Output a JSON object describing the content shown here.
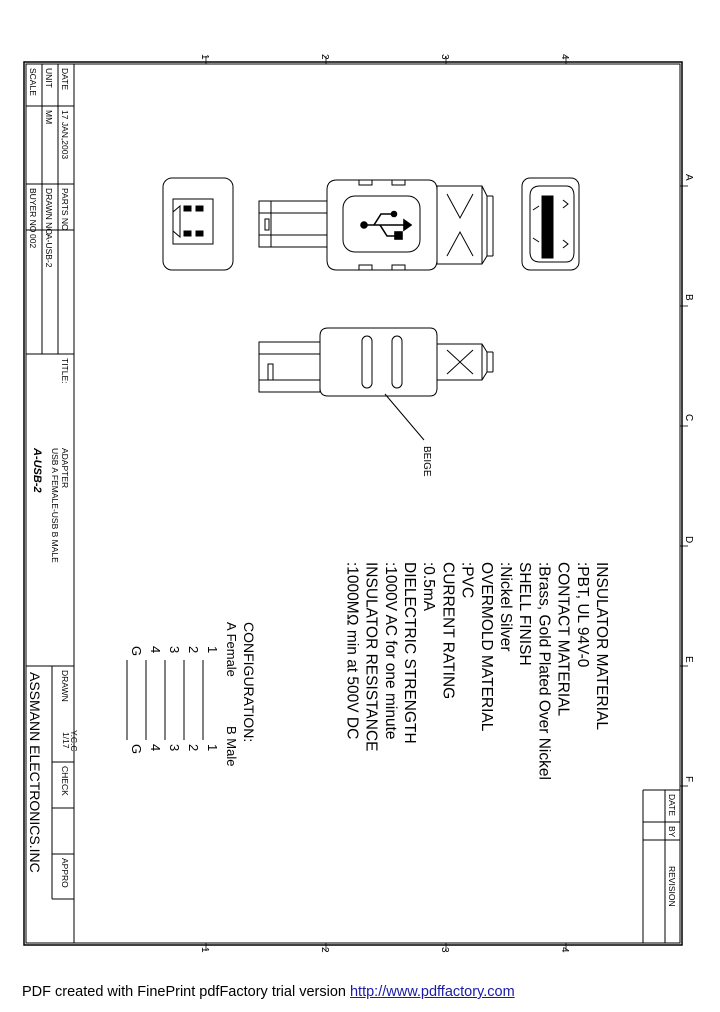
{
  "grid": {
    "columns": [
      "1",
      "2",
      "3",
      "4"
    ],
    "rows": [
      "A",
      "B",
      "C",
      "D",
      "E",
      "F"
    ]
  },
  "title_block": {
    "date_label": "DATE",
    "date_value": "17 JAN,2003",
    "unit_label": "UNIT",
    "unit_value": "MM",
    "scale_label": "SCALE",
    "parts_no_label": "PARTS NO",
    "drawn_no_label": "DRAWN NO",
    "drawn_no_value": "A-USB-2",
    "buyer_no_label": "BUYER NO",
    "buyer_no_value": "002",
    "title_label": "TITLE:",
    "title_line1": "ADAPTER",
    "title_line2": "USB A FEMALE-USB B MALE",
    "title_part": "A-USB-2",
    "company": "ASSMANN ELECTRONICS.INC",
    "drawn_label": "DRAWN",
    "drawn_by": "Y.C.C",
    "drawn_date": "1/17",
    "check_label": "CHECK",
    "appro_label": "APPRO"
  },
  "revision_block": {
    "date_label": "DATE",
    "by_label": "BY",
    "revision_label": "REVISION"
  },
  "callout": "BEIGE",
  "specs": [
    "INSULATOR MATERIAL",
    ":PBT, UL 94V-0",
    "CONTACT MATERIAL",
    ":Brass, Gold Plated Over Nickel",
    "SHELL FINISH",
    ":Nickel Silver",
    "OVERMOLD MATERIAL",
    ":PVC",
    "CURRENT RATING",
    ":0.5mA",
    "DIELECTRIC STRENGTH",
    ":1000V AC for one minute",
    "INSULATOR RESISTANCE",
    ":1000MΩ min at 500V DC"
  ],
  "configuration": {
    "title": "CONFIGURATION:",
    "col_a": "A Female",
    "col_b": "B Male",
    "pins_a": [
      "1",
      "2",
      "3",
      "4",
      "G"
    ],
    "pins_b": [
      "1",
      "2",
      "3",
      "4",
      "G"
    ]
  },
  "footer": {
    "text": "PDF created with FinePrint pdfFactory trial version ",
    "link": "http://www.pdffactory.com"
  }
}
